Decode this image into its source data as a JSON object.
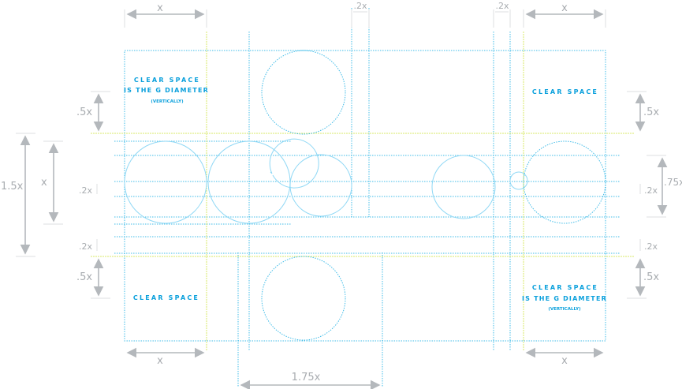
{
  "labels": {
    "clear_space": "CLEAR SPACE",
    "is_g_diameter": "IS THE G DIAMETER",
    "vertically": "(VERTICALLY)"
  },
  "dimensions": {
    "x": "x",
    "point2x": ".2x",
    "point5x": ".5x",
    "one_point_5x": "1.5x",
    "point75x": ".75x",
    "one_point_75x": "1.75x"
  },
  "colors": {
    "guide": "#00a6e0",
    "baseline": "#d8e86a",
    "dimension": "#b4b8bc"
  }
}
